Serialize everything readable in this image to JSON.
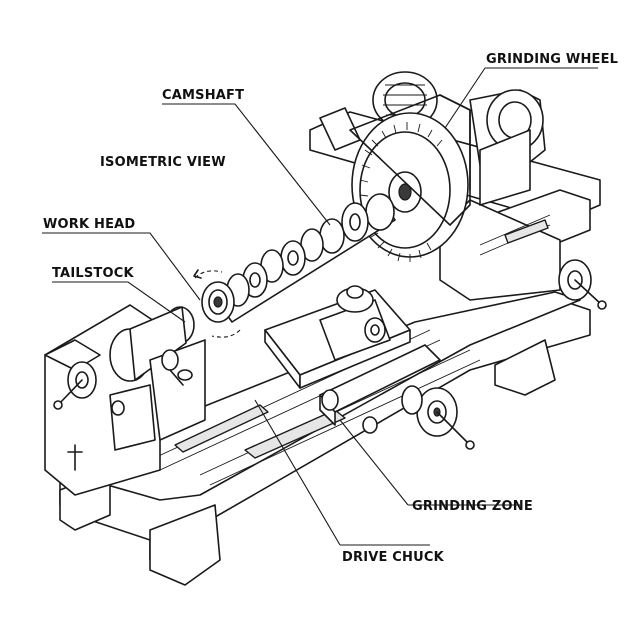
{
  "labels": {
    "grinding_wheel": "GRINDING WHEEL",
    "camshaft": "CAMSHAFT",
    "isometric_view": "ISOMETRIC VIEW",
    "work_head": "WORK HEAD",
    "tailstock": "TAILSTOCK",
    "grinding_zone": "GRINDING ZONE",
    "drive_chuck": "DRIVE CHUCK"
  },
  "colors": {
    "ink": "#1a1a1a",
    "background": "#ffffff",
    "shade": "#e6e6e6"
  },
  "icons": [
    "handwheel-icon",
    "grinding-wheel",
    "camshaft",
    "drive-chuck"
  ]
}
